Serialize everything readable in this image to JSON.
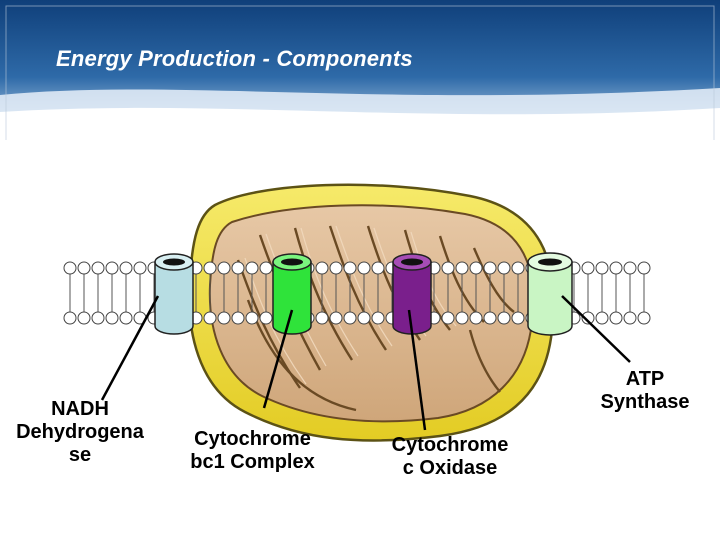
{
  "slide": {
    "title": "Energy Production - Components"
  },
  "labels": {
    "nadh": "NADH\nDehydrogena\nse",
    "cytochrome_bc1": "Cytochrome\nbc1 Complex",
    "cytochrome_oxidase": "Cytochrome\nc Oxidase",
    "atp_synthase": "ATP\nSynthase"
  },
  "colors": {
    "header_dark": "#0f3f7a",
    "header_light": "#cfe1f2",
    "mitochondrion_outer": "#f1e14a",
    "mitochondrion_inner": "#d9b58c",
    "nadh_dehydrogenase": "#b7dde3",
    "cytochrome_bc1": "#2fe33a",
    "cytochrome_oxidase": "#7a1f8c",
    "atp_synthase": "#c9f5c4"
  }
}
